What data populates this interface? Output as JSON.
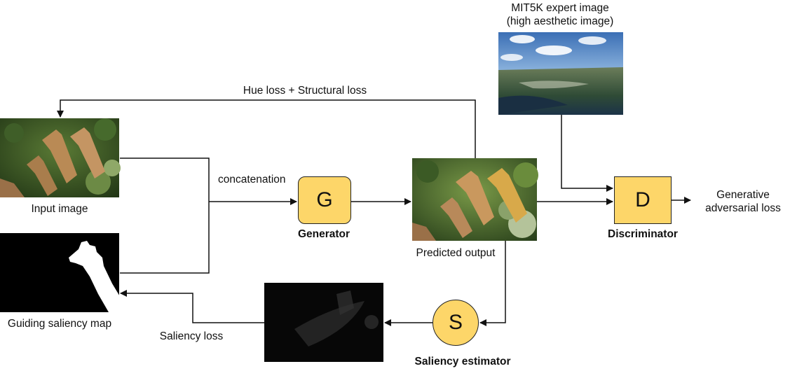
{
  "labels": {
    "mit5k_line1": "MIT5K expert image",
    "mit5k_line2": "(high aesthetic image)",
    "hue_structural_loss": "Hue loss + Structural loss",
    "concatenation": "concatenation",
    "input_image": "Input image",
    "guiding_saliency_map": "Guiding saliency map",
    "predicted_output": "Predicted output",
    "generative_adv_line1": "Generative",
    "generative_adv_line2": "adversarial loss",
    "saliency_loss": "Saliency loss"
  },
  "nodes": {
    "generator": {
      "symbol": "G",
      "caption": "Generator"
    },
    "discriminator": {
      "symbol": "D",
      "caption": "Discriminator"
    },
    "saliency_estimator": {
      "symbol": "S",
      "caption": "Saliency estimator"
    }
  },
  "colors": {
    "node_fill": "#fdd669",
    "stroke": "#111111",
    "foliage_dark": "#2e4a1f",
    "giraffe": "#b98a55",
    "sky": "#6f9fd2",
    "sea": "#234a6b"
  }
}
